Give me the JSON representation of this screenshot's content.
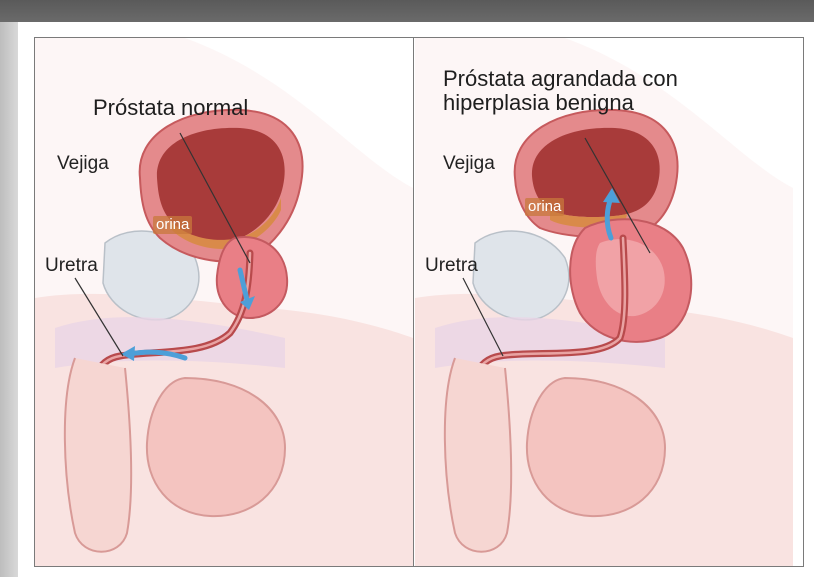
{
  "panels": [
    {
      "title": "Próstata normal",
      "bladder_label": "Vejiga",
      "urine_label": "orina",
      "urethra_label": "Uretra"
    },
    {
      "title": "Próstata agrandada con\nhiperplasia benigna",
      "title_line1": "Próstata agrandada con",
      "title_line2": "hiperplasia benigna",
      "bladder_label": "Vejiga",
      "urine_label": "orina",
      "urethra_label": "Uretra"
    }
  ],
  "colors": {
    "skin": "#f6d6d2",
    "tissue_pink": "#f3b7b6",
    "muscle": "#d8706f",
    "bladder_inner": "#a83b3a",
    "prostate": "#e97f86",
    "urine": "#d98a4a",
    "arrow_blue": "#4d9fd8",
    "bone": "#dfe4ea"
  }
}
